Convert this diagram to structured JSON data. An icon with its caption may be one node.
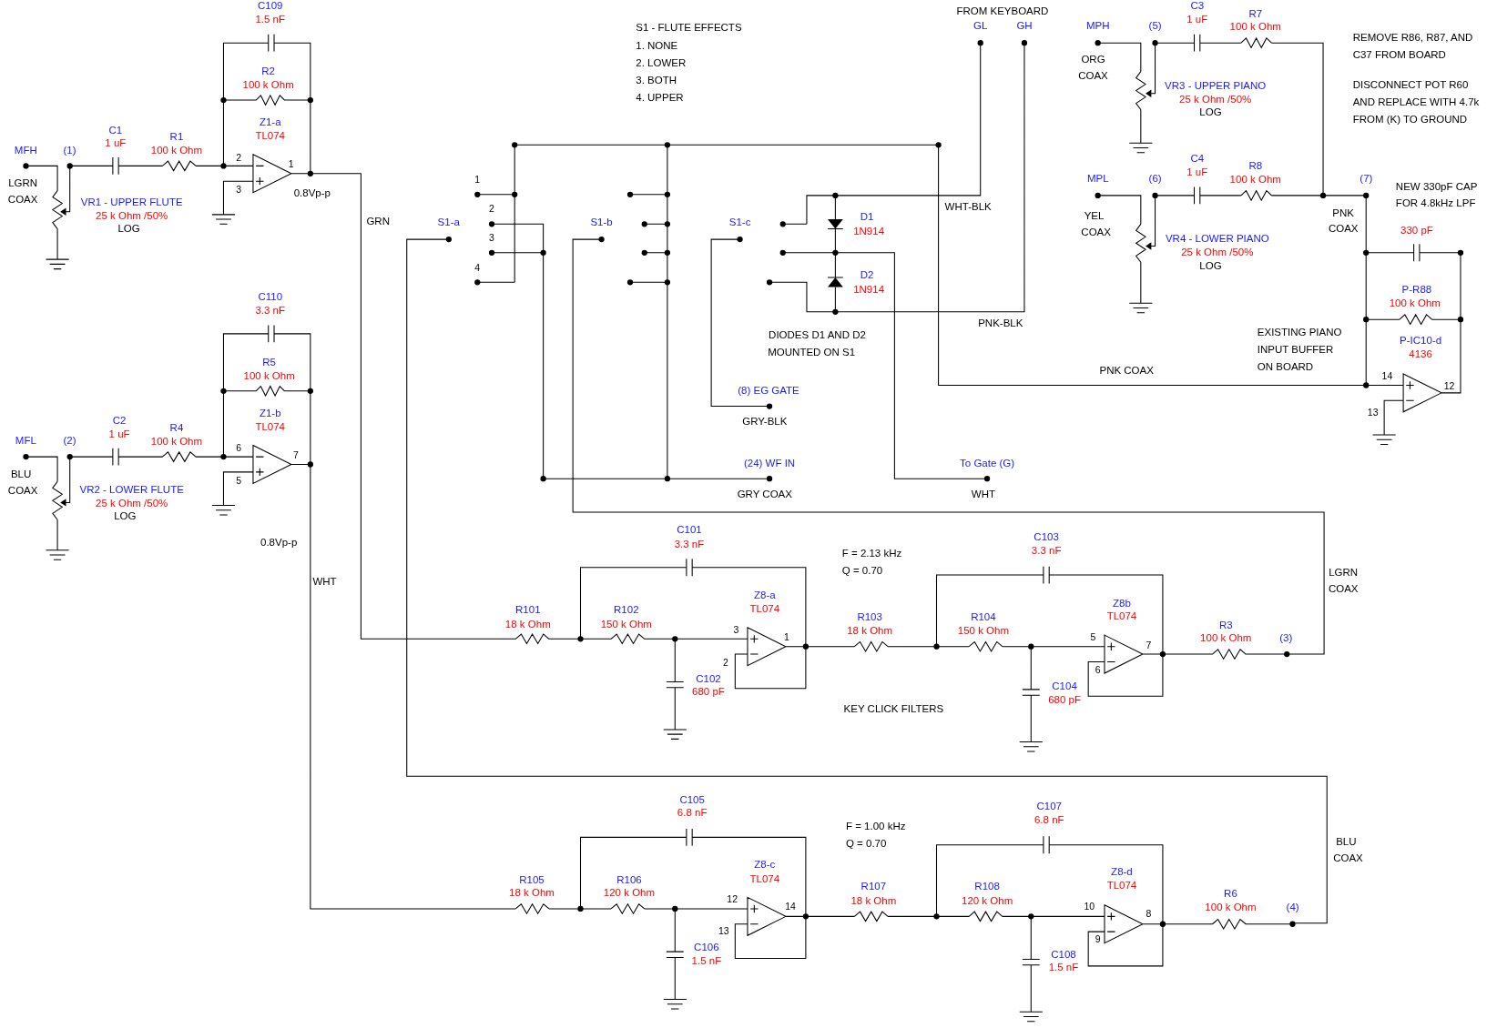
{
  "diagram": {
    "labels": [
      "C109",
      "1.5 nF",
      "R2",
      "100 k Ohm",
      "Z1-a",
      "TL074",
      "MFH",
      "(1)",
      "C1",
      "1 uF",
      "R1",
      "100 k Ohm",
      "LGRN",
      "COAX",
      "VR1 - UPPER FLUTE",
      "25 k Ohm /50%",
      "LOG",
      "2",
      "1",
      "3",
      "0.8Vp-p",
      "GRN",
      "C110",
      "3.3 nF",
      "R5",
      "100 k Ohm",
      "Z1-b",
      "TL074",
      "MFL",
      "(2)",
      "C2",
      "1 uF",
      "R4",
      "100 k Ohm",
      "BLU",
      "COAX",
      "VR2 - LOWER FLUTE",
      "25 k Ohm /50%",
      "LOG",
      "6",
      "7",
      "5",
      "0.8Vp-p",
      "WHT",
      "S1 - FLUTE EFFECTS",
      "1. NONE",
      "2. LOWER",
      "3. BOTH",
      "4. UPPER",
      "S1-a",
      "1",
      "2",
      "3",
      "4",
      "S1-b",
      "S1-c",
      "FROM KEYBOARD",
      "GL",
      "GH",
      "WHT-BLK",
      "D1",
      "1N914",
      "D2",
      "1N914",
      "PNK-BLK",
      "DIODES D1 AND D2",
      "MOUNTED ON S1",
      "(8) EG GATE",
      "GRY-BLK",
      "(24) WF IN",
      "GRY COAX",
      "To Gate (G)",
      "WHT",
      "PNK COAX",
      "MPH",
      "(5)",
      "ORG",
      "COAX",
      "C3",
      "1 uF",
      "R7",
      "100 k Ohm",
      "VR3 - UPPER PIANO",
      "25 k Ohm /50%",
      "LOG",
      "REMOVE R86, R87, AND",
      "C37 FROM BOARD",
      "DISCONNECT POT R60",
      "AND REPLACE WITH 4.7k",
      "FROM (K) TO GROUND",
      "MPL",
      "(6)",
      "YEL",
      "COAX",
      "C4",
      "1 uF",
      "R8",
      "100 k Ohm",
      "VR4 - LOWER PIANO",
      "25 k Ohm /50%",
      "LOG",
      "(7)",
      "NEW 330pF CAP",
      "FOR 4.8kHz LPF",
      "PNK",
      "COAX",
      "330 pF",
      "P-R88",
      "100 k Ohm",
      "P-IC10-d",
      "4136",
      "EXISTING PIANO",
      "INPUT BUFFER",
      "ON BOARD",
      "14",
      "12",
      "13",
      "C101",
      "3.3 nF",
      "F = 2.13 kHz",
      "Q = 0.70",
      "C103",
      "3.3 nF",
      "R101",
      "18 k Ohm",
      "R102",
      "150 k Ohm",
      "Z8-a",
      "TL074",
      "3",
      "1",
      "2",
      "R103",
      "18 k Ohm",
      "R104",
      "150 k Ohm",
      "Z8b",
      "TL074",
      "5",
      "7",
      "6",
      "R3",
      "100 k Ohm",
      "(3)",
      "LGRN",
      "COAX",
      "C102",
      "680 pF",
      "KEY CLICK FILTERS",
      "C104",
      "680 pF",
      "C105",
      "6.8 nF",
      "F = 1.00 kHz",
      "Q = 0.70",
      "C107",
      "6.8 nF",
      "BLU",
      "COAX",
      "R105",
      "18 k Ohm",
      "R106",
      "120 k Ohm",
      "Z8-c",
      "TL074",
      "R107",
      "18 k Ohm",
      "R108",
      "120 k Ohm",
      "Z8-d",
      "TL074",
      "12",
      "14",
      "13",
      "10",
      "8",
      "9",
      "R6",
      "100 k Ohm",
      "(4)",
      "C106",
      "1.5 nF",
      "C108",
      "1.5 nF"
    ]
  }
}
